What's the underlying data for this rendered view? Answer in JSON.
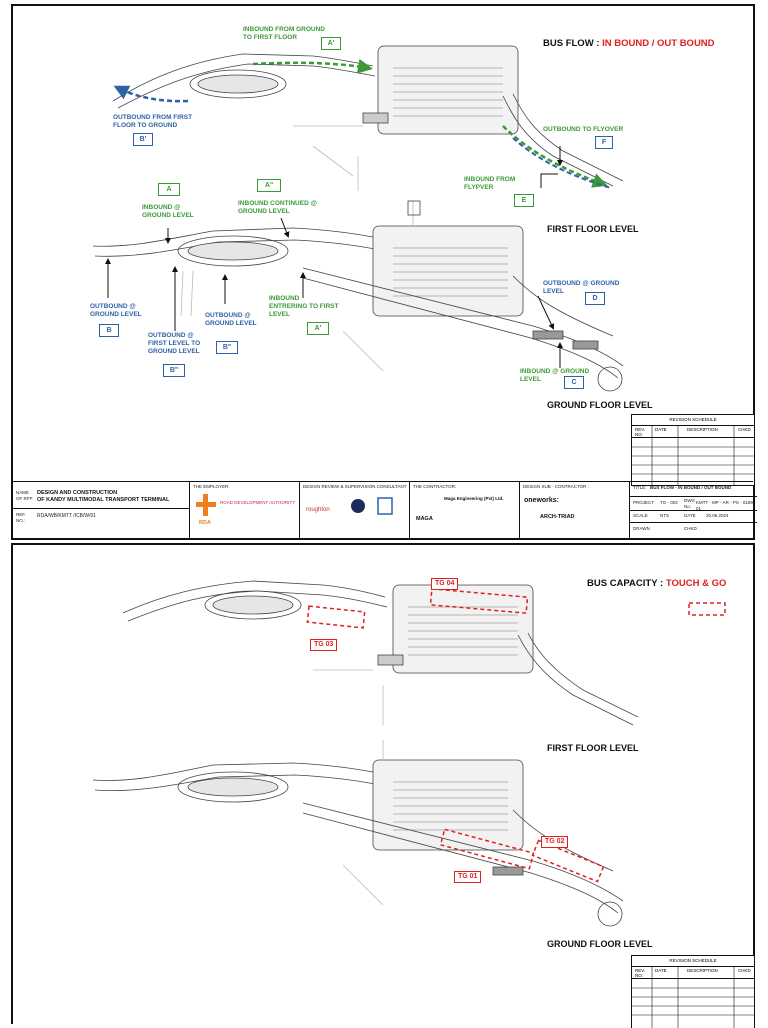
{
  "sheet1": {
    "title_prefix": "BUS FLOW : ",
    "title_highlight": "IN BOUND / OUT BOUND",
    "level_first": "FIRST FLOOR LEVEL",
    "level_ground": "GROUND FLOOR LEVEL",
    "annotations": {
      "inbound_ground_to_first": "INBOUND FROM GROUND\nTO FIRST FLOOR",
      "outbound_first_to_ground": "OUTBOUND FROM FIRST\nFLOOR TO GROUND",
      "outbound_to_flyover": "OUTBOUND TO FLYOVER",
      "inbound_from_flyover": "INBOUND FROM\nFLYPVER",
      "inbound_ground_level": "INBOUND @\nGROUND LEVEL",
      "inbound_continued": "INBOUND CONTINUED @\nGROUND LEVEL",
      "outbound_ground_left": "OUTBOUND @\nGROUND LEVEL",
      "outbound_first_to_ground_level": "OUTBOUND @\nFIRST LEVEL TO\nGROUND LEVEL",
      "outbound_ground_mid": "OUTBOUND @\nGROUND LEVEL",
      "inbound_entering_first": "INBOUND\nENTRERING TO FIRST\nLEVEL",
      "outbound_ground_right": "OUTBOUND @ GROUND\nLEVEL",
      "inbound_ground_right": "INBOUND @ GROUND\nLEVEL"
    },
    "markers": {
      "a_prime_top": "A'",
      "b_prime_top": "B'",
      "f": "F",
      "e": "E",
      "a": "A",
      "a_dprime": "A\"",
      "b": "B",
      "b_dprime_1": "B\"",
      "b_dprime_2": "B\"",
      "a_prime_bottom": "A'",
      "d": "D",
      "c": "C"
    },
    "revision": {
      "header": "REVISION SCHEDULE",
      "col_rev": "REV.\nNO.",
      "col_date": "DATE",
      "col_desc": "DESCRIPTION",
      "col_chkd": "CHKD"
    },
    "title_block": {
      "name_label": "NAME\nOF RFP",
      "name_value": "DESIGN AND CONSTRUCTION\nOF KANDY MULTIMODAL TRANSPORT TERMINAL",
      "ref_label": "REF.\nNO.:",
      "ref_value": "RDA/WB/KMTT /ICB/W/01",
      "employer_label": "THE EMPLOYER:",
      "employer_name": "ROAD DEVELOPMENT AUTHORITY",
      "employer_logo": "RDA",
      "consultant_label": "DESIGN REVIEW & SUPERVISION CONSULTANT",
      "consultant_logo": "roughton",
      "contractor_label": "THE CONTRACTOR:",
      "contractor_name": "Maga Engineering (Pvt) Ltd.",
      "contractor_logo": "MAGA",
      "subcontractor_label": "DESIGN SUB - CONTRACTOR :",
      "oneworks": "oneworks:",
      "archtriad": "ARCH-TRIAD",
      "title_label": "TITLE:",
      "title_value": "BUS FLOW - IN BOUND / OUT BOUND",
      "project_label": "PROJECT",
      "project_value": "TG - 002",
      "dwg_label": "DWG\nNo.",
      "dwg_value": "KMTT - MP - AR - PS - 0189 - 01",
      "scale_label": "SCALE",
      "scale_value": "NTS",
      "date_label": "DATE",
      "date_value": "20.06.2024",
      "drawn_label": "DRAWN",
      "chkd_label": "CHKD"
    }
  },
  "sheet2": {
    "title_prefix": "BUS CAPACITY : ",
    "title_highlight": "TOUCH & GO",
    "level_first": "FIRST FLOOR LEVEL",
    "level_ground": "GROUND FLOOR LEVEL",
    "zones": {
      "tg01": "TG 01",
      "tg02": "TG 02",
      "tg03": "TG 03",
      "tg04": "TG 04"
    },
    "revision": {
      "header": "REVISION SCHEDULE",
      "col_rev": "REV.\nNO.",
      "col_date": "DATE",
      "col_desc": "DESCRIPTION",
      "col_chkd": "CHKD"
    }
  },
  "colors": {
    "inbound_green": "#3a9a35",
    "outbound_blue": "#2e62a8",
    "highlight_red": "#e02020",
    "rda_orange": "#f07e1f"
  }
}
